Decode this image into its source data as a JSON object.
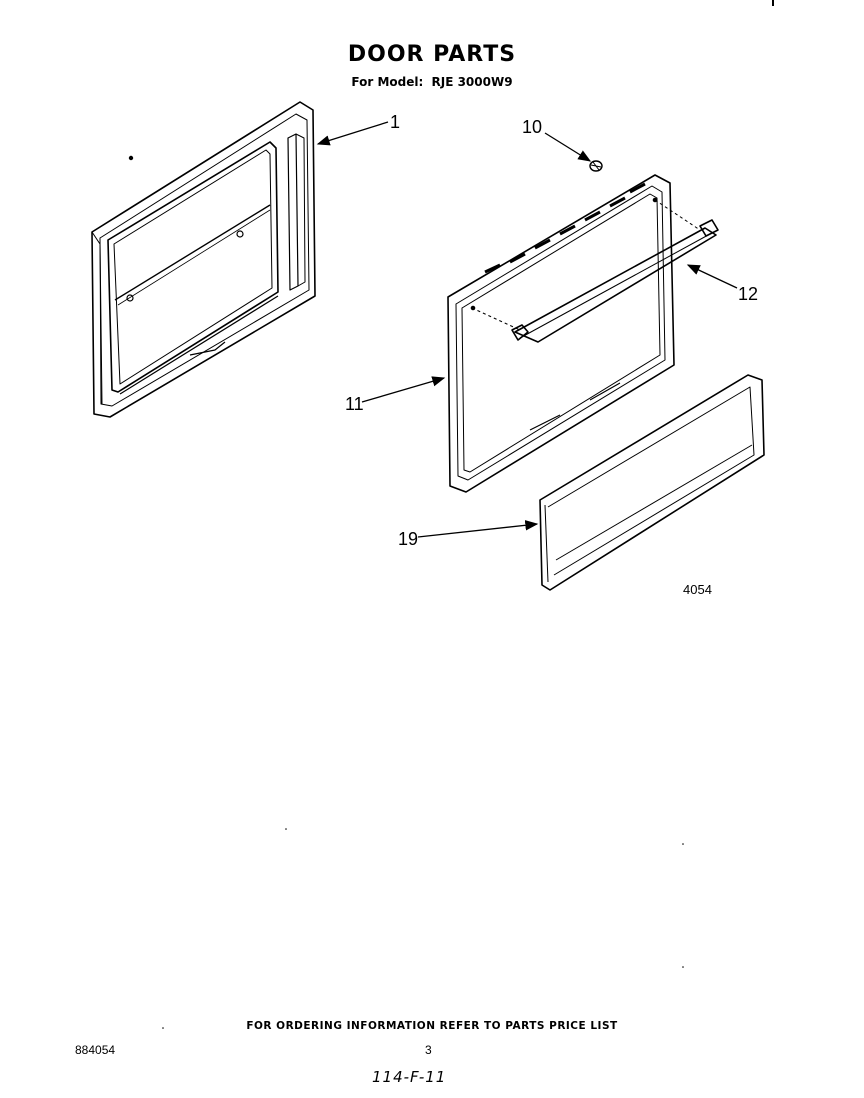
{
  "header": {
    "title": "DOOR PARTS",
    "model_prefix": "For Model:",
    "model": "RJE 3000W9"
  },
  "callouts": [
    {
      "id": "part-1",
      "label": "1"
    },
    {
      "id": "part-10",
      "label": "10"
    },
    {
      "id": "part-12",
      "label": "12"
    },
    {
      "id": "part-11",
      "label": "11"
    },
    {
      "id": "part-19",
      "label": "19"
    }
  ],
  "figure_number": "4054",
  "footer": {
    "ordering_note": "FOR ORDERING INFORMATION REFER TO PARTS PRICE LIST",
    "doc_number": "884054",
    "page_number": "3",
    "handwritten_note": "114-F-11"
  }
}
